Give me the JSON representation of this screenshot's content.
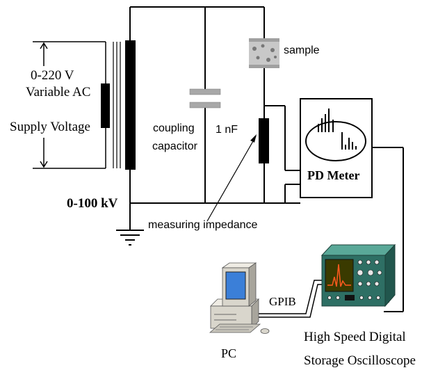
{
  "supply": {
    "line1": "0-220 V",
    "line2": "Variable AC",
    "line3": "Supply Voltage"
  },
  "hv_label": "0-100 kV",
  "coupling": {
    "line1": "coupling",
    "line2": "capacitor",
    "value": "1 nF"
  },
  "sample_label": "sample",
  "impedance_label": "measuring impedance",
  "pd_meter_label": "PD Meter",
  "gpib_label": "GPIB",
  "pc_label": "PC",
  "oscilloscope": {
    "line1": "High Speed Digital",
    "line2": "Storage Oscilloscope"
  },
  "colors": {
    "wire": "#000000",
    "capacitor_plate": "#a8a8a8",
    "sample_fill": "#c8c8c8",
    "scope_body": "#2e6f64",
    "scope_screen": "#3a3a00",
    "pc_beige": "#d9d6cc",
    "pc_screen": "#3b7fd8"
  }
}
